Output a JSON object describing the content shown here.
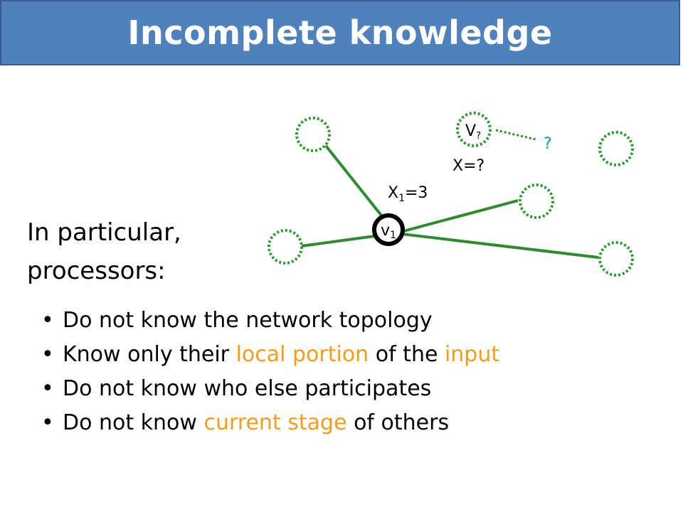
{
  "title": "Incomplete knowledge",
  "intro": {
    "line1": "In particular,",
    "line2": "processors:"
  },
  "diagram": {
    "center_node": {
      "base": "v",
      "sub": "1"
    },
    "edge_label": {
      "base": "X",
      "sub": "1",
      "suffix": "=3"
    },
    "unknown_edge_label": "X=?",
    "unknown_node": {
      "base": "V",
      "sub": "?"
    },
    "unknown_neighbor": "?",
    "colors": {
      "edge": "#2e8b2e",
      "node_outline": "#2e9a2e",
      "center_node": "#000000",
      "question": "#00a0a0"
    }
  },
  "bullets": [
    {
      "segments": [
        {
          "text": "Do not know the network topology",
          "highlight": false
        }
      ]
    },
    {
      "segments": [
        {
          "text": "Know only their ",
          "highlight": false
        },
        {
          "text": "local portion",
          "highlight": true
        },
        {
          "text": " of the ",
          "highlight": false
        },
        {
          "text": "input",
          "highlight": true
        }
      ]
    },
    {
      "segments": [
        {
          "text": "Do not know who else participates",
          "highlight": false
        }
      ]
    },
    {
      "segments": [
        {
          "text": "Do not know ",
          "highlight": false
        },
        {
          "text": "current stage",
          "highlight": true
        },
        {
          "text": " of others",
          "highlight": false
        }
      ]
    }
  ],
  "bullet_symbol": "•",
  "highlight_color": "#f59c1a"
}
